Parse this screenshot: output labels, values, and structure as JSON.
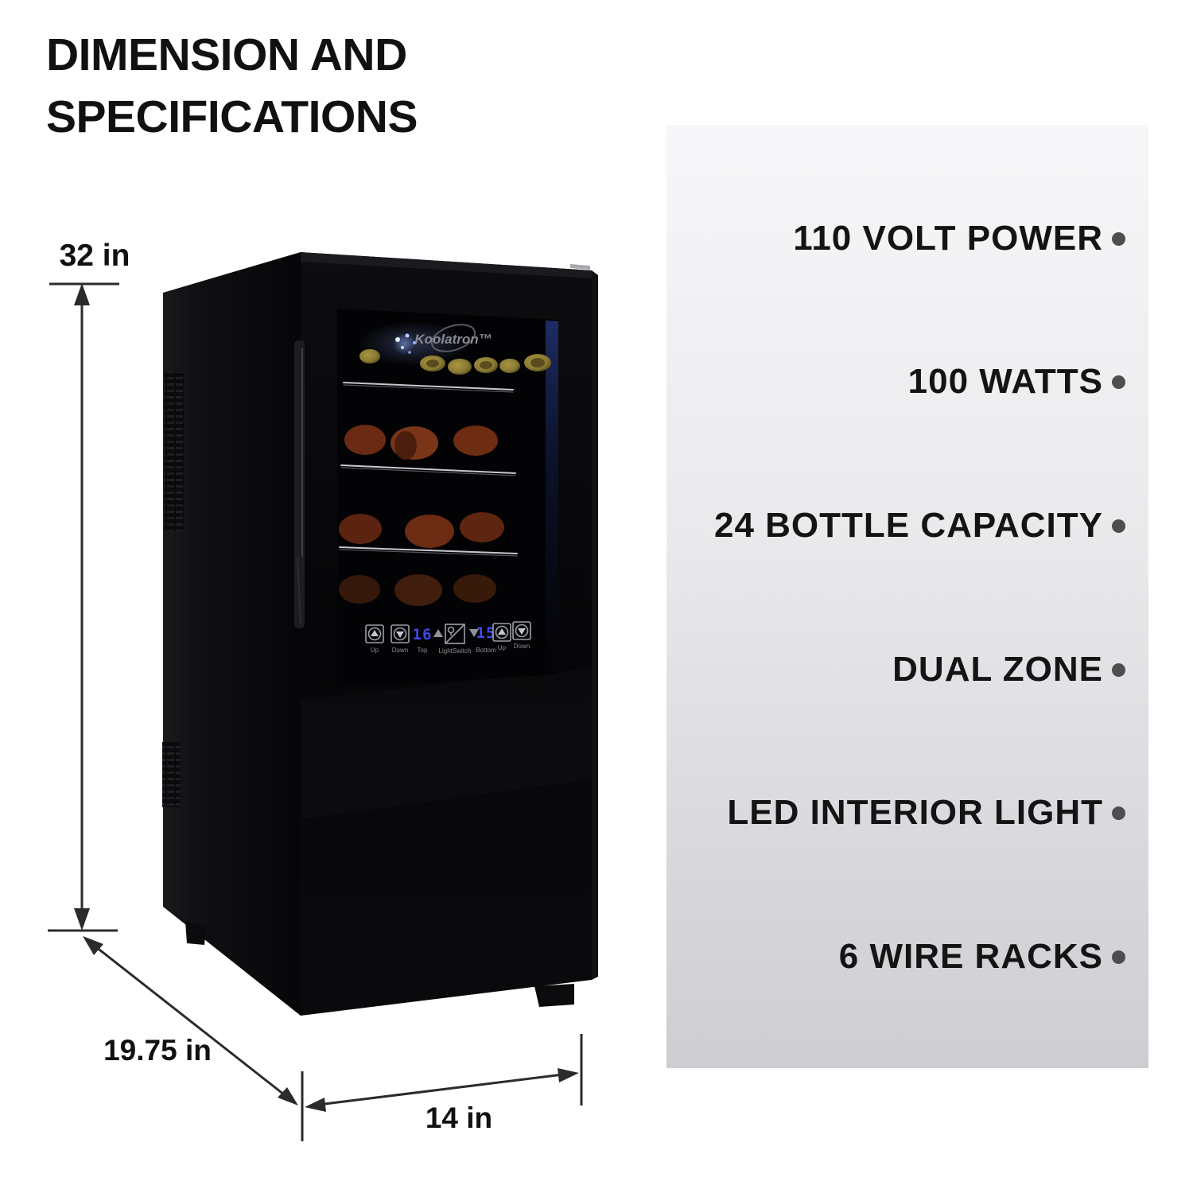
{
  "title": {
    "text": "DIMENSION AND\nSPECIFICATIONS"
  },
  "dimensions": {
    "height_label": "32 in",
    "depth_label": "19.75 in",
    "width_label": "14 in"
  },
  "specs": {
    "items": [
      "110 VOLT POWER",
      "100 WATTS",
      "24 BOTTLE CAPACITY",
      "DUAL ZONE",
      "LED INTERIOR LIGHT",
      "6 WIRE RACKS"
    ]
  },
  "product": {
    "brand": "Koolatron™",
    "control_panel": {
      "top_temp": "16",
      "bottom_temp": "15",
      "labels": [
        "Up",
        "Down",
        "Top",
        "LightSwitch",
        "Bottom",
        "Up",
        "Down"
      ]
    }
  },
  "colors": {
    "panel_gradient_top": "#f7f7f9",
    "panel_gradient_bottom": "#cdcdd2",
    "bullet_gray": "#4e4e4e",
    "text_dark": "#141414",
    "led_display_blue": "#4048f0",
    "bottle_cap_gold": "#8a7a33",
    "bottle_tip_orange": "#6b2a13",
    "cabinet_black": "#0a0a0c",
    "dimension_line": "#2b2b2b"
  }
}
